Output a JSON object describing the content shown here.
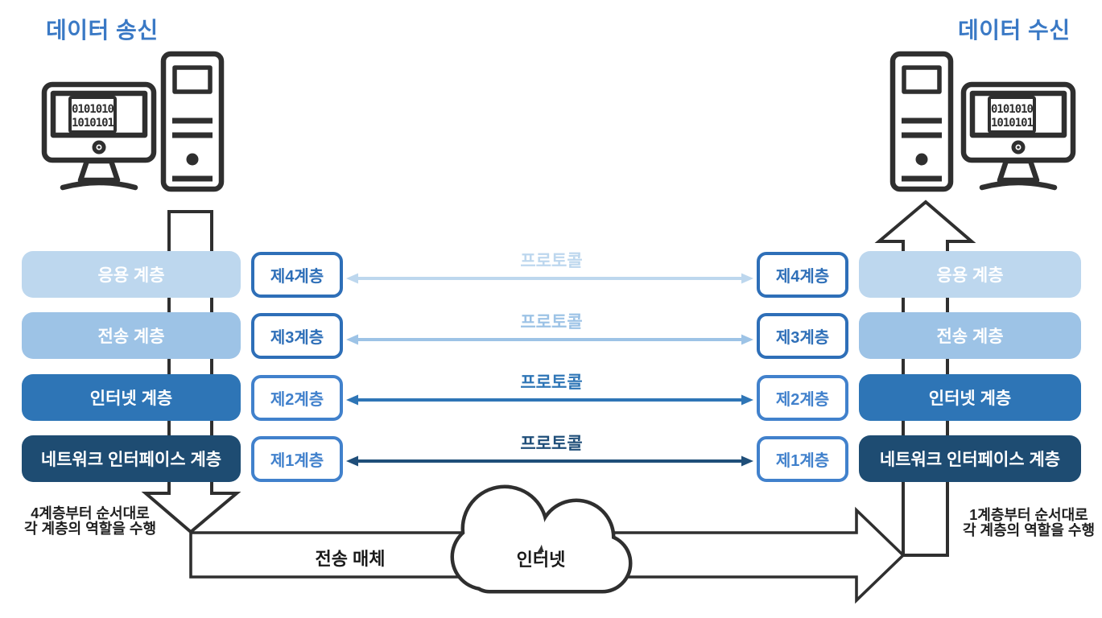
{
  "titles": {
    "sender": "데이터 송신",
    "receiver": "데이터 수신"
  },
  "device_screen": {
    "binary_line1": "0101010",
    "binary_line2": "1010101"
  },
  "layers": [
    {
      "name": "응용 계층",
      "tier": "제4계층",
      "protocol_label": "프로토콜",
      "box_bg": "#BDD7EE",
      "box_text": "#FFFFFF",
      "arrow": "#BDD7EE",
      "tier_border": "#2E6FB8",
      "tier_text": "#2E6FB8"
    },
    {
      "name": "전송 계층",
      "tier": "제3계층",
      "protocol_label": "프로토콜",
      "box_bg": "#9DC3E6",
      "box_text": "#FFFFFF",
      "arrow": "#9DC3E6",
      "tier_border": "#2E6FB8",
      "tier_text": "#2E6FB8"
    },
    {
      "name": "인터넷 계층",
      "tier": "제2계층",
      "protocol_label": "프로토콜",
      "box_bg": "#2E75B6",
      "box_text": "#FFFFFF",
      "arrow": "#2E75B6",
      "tier_border": "#4181CC",
      "tier_text": "#4181CC"
    },
    {
      "name": "네트워크 인터페이스 계층",
      "tier": "제1계층",
      "protocol_label": "프로토콜",
      "box_bg": "#1E4C72",
      "box_text": "#FFFFFF",
      "arrow": "#1F4E79",
      "tier_border": "#4181CC",
      "tier_text": "#4181CC"
    }
  ],
  "notes": {
    "sender_line1": "4계층부터 순서대로",
    "sender_line2": "각 계층의 역할을 수행",
    "receiver_line1": "1계층부터 순서대로",
    "receiver_line2": "각 계층의 역할을 수행"
  },
  "bottom": {
    "medium_label": "전송 매체",
    "cloud_label": "인터넷"
  },
  "colors": {
    "heading_blue": "#3A79C5",
    "outline_dark": "#2F2F2F",
    "background": "#FFFFFF"
  }
}
